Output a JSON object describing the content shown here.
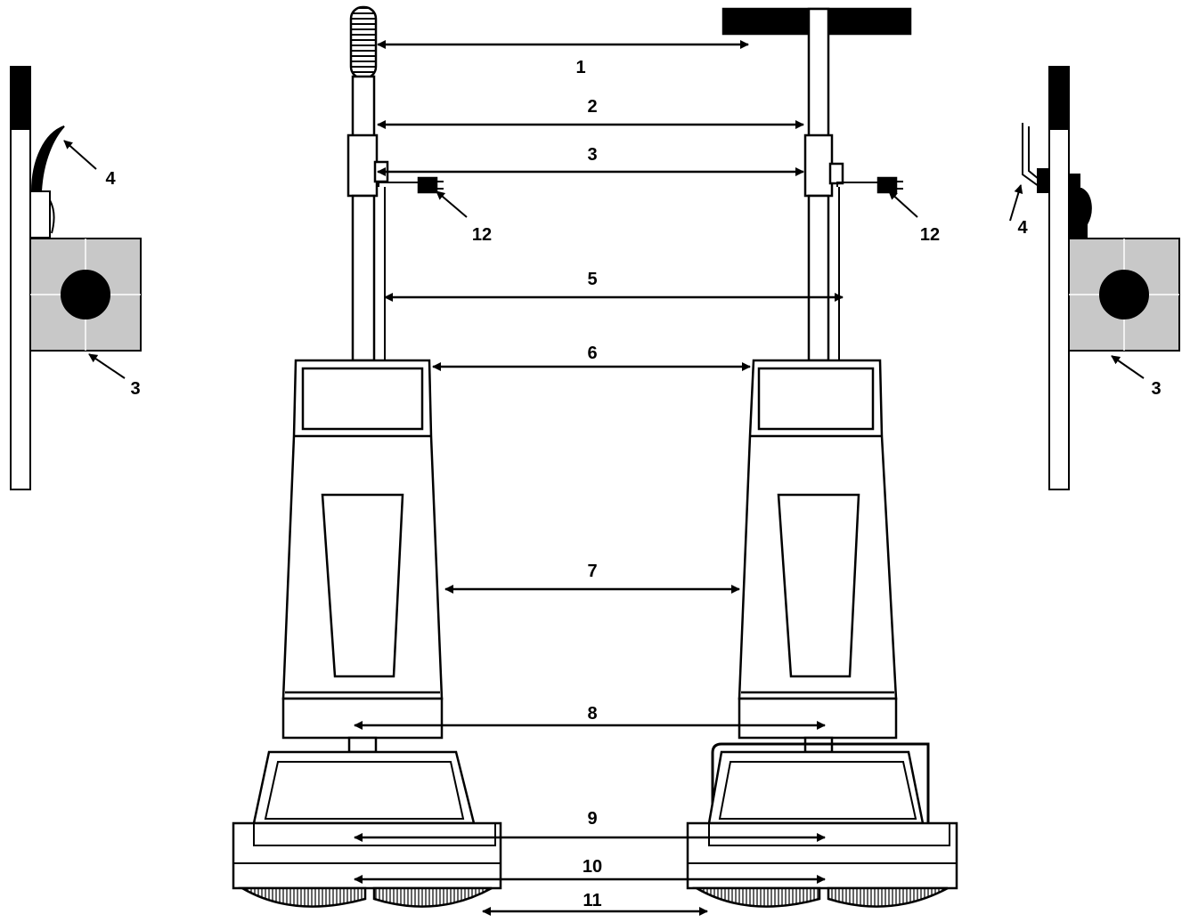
{
  "diagram": {
    "labels": {
      "l1": "1",
      "l2": "2",
      "l3": "3",
      "l5": "5",
      "l6": "6",
      "l7": "7",
      "l8": "8",
      "l9": "9",
      "l10": "10",
      "l11": "11",
      "left_cord_plug": "12",
      "right_cord_plug": "12",
      "left_detail_cord": "4",
      "left_detail_hook": "3",
      "right_detail_hook_upper": "4",
      "right_detail_hook_lower": "3"
    },
    "colors": {
      "ink": "#000000",
      "fill": "#ffffff",
      "gray_block": "#c8c8c8"
    }
  }
}
